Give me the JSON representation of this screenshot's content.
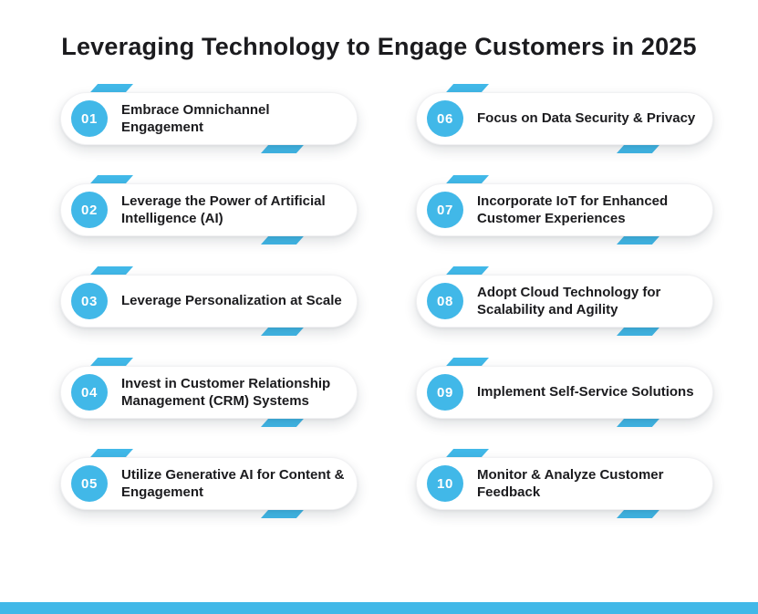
{
  "title": "Leveraging Technology to Engage Customers in 2025",
  "colors": {
    "accent": "#41B8E8",
    "text": "#1B1B1E",
    "background": "#FFFFFF"
  },
  "items": [
    {
      "number": "01",
      "label": "Embrace Omnichannel Engagement"
    },
    {
      "number": "02",
      "label": "Leverage the Power of Artificial Intelligence (AI)"
    },
    {
      "number": "03",
      "label": "Leverage Personalization at Scale"
    },
    {
      "number": "04",
      "label": "Invest in Customer Relationship Management (CRM) Systems"
    },
    {
      "number": "05",
      "label": "Utilize Generative AI for Content & Engagement"
    },
    {
      "number": "06",
      "label": "Focus on Data Security & Privacy"
    },
    {
      "number": "07",
      "label": "Incorporate IoT for Enhanced Customer Experiences"
    },
    {
      "number": "08",
      "label": "Adopt Cloud Technology for Scalability and Agility"
    },
    {
      "number": "09",
      "label": "Implement Self-Service Solutions"
    },
    {
      "number": "10",
      "label": "Monitor & Analyze Customer Feedback"
    }
  ]
}
